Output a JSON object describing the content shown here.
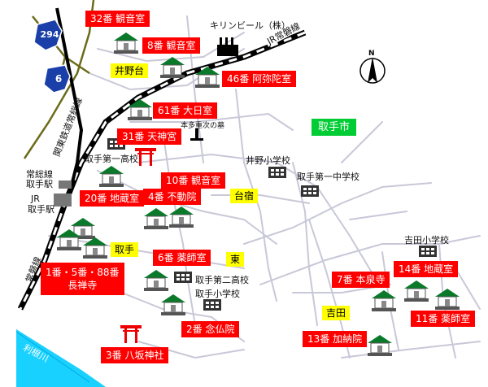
{
  "temples": {
    "t32": "32番 観音室",
    "t8": "8番 観音室",
    "t46": "46番 阿弥陀室",
    "t61": "61番 大日室",
    "t31": "31番 天神宮",
    "t10": "10番 観音室",
    "t4": "4番 不動院",
    "t20": "20番 地蔵室",
    "t6": "6番 薬師室",
    "t1_line1": "1番・5番・88番",
    "t1_line2": "長禅寺",
    "t7": "7番 本泉寺",
    "t14": "14番 地蔵室",
    "t11": "11番 薬師室",
    "t13": "13番 加納院",
    "t2": "2番 念仏院",
    "t3": "3番 八坂神社"
  },
  "areas": {
    "inodai": "井野台",
    "daishuku": "台宿",
    "toride": "取手",
    "higashi": "東",
    "yoshida": "吉田",
    "city": "取手市"
  },
  "places": {
    "kirin": "キリンビール（株）",
    "honda": "本多重次の墓",
    "toride1_high": "取手第一高校",
    "ino_elem": "井野小学校",
    "toride1_jhs": "取手第一中学校",
    "joso_station_1": "常総線",
    "joso_station_2": "取手駅",
    "jr_station_1": "JR",
    "jr_station_2": "取手駅",
    "toride2_high": "取手第二高校",
    "toride_elem": "取手小学校",
    "yoshida_elem": "吉田小学校"
  },
  "lines": {
    "jr_joban": "JR常磐線",
    "kanto_railway": "関東鉄道常総線",
    "joban": "常磐線"
  },
  "roads": {
    "r294": "294",
    "r6": "6"
  },
  "river": "利根川",
  "north": "N",
  "colors": {
    "temple_label": "#ff0000",
    "area_label": "#ffff00",
    "city_label": "#00cc33",
    "route_shield": "#1a3fa8",
    "river": "#00ccff",
    "road": "#c8c8d8",
    "temple_roof": "#0a7a2a"
  }
}
